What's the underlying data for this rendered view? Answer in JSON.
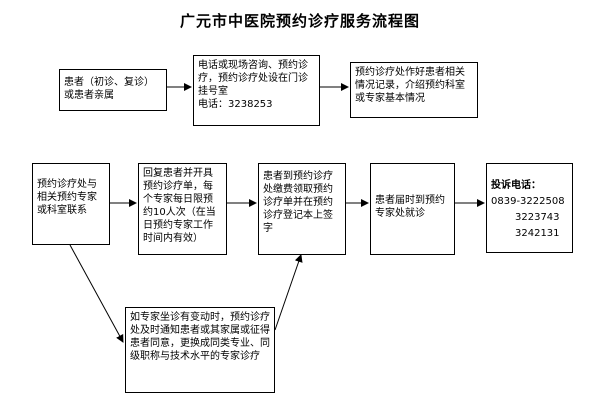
{
  "title": "广元市中医院预约诊疗服务流程图",
  "nodes": {
    "patient": "患者（初诊、复诊）或患者亲属",
    "phone": {
      "line1": "电话或现场咨询、预约诊疗，预约诊疗处设在门诊挂号室",
      "tel": "电话：3238253"
    },
    "register": "预约诊疗处作好患者相关情况记录，介绍预约科室或专家基本情况",
    "contact": "预约诊疗处与相关预约专家或科室联系",
    "reply": "回复患者并开具预约诊疗单，每个专家每日限预约10人次（在当日预约专家工作时间内有效）",
    "pay": "患者到预约诊疗处缴费领取预约诊疗单并在预约诊疗登记本上签字",
    "visit": "患者届时到预约专家处就诊",
    "complaint": {
      "label": "投诉电话：",
      "phones": [
        "0839-3222508",
        "3223743",
        "3242131"
      ]
    },
    "change": "如专家坐诊有变动时，预约诊疗处及时通知患者或其家属或征得患者同意，更换成同类专业、同级职称与技术水平的专家诊疗"
  }
}
